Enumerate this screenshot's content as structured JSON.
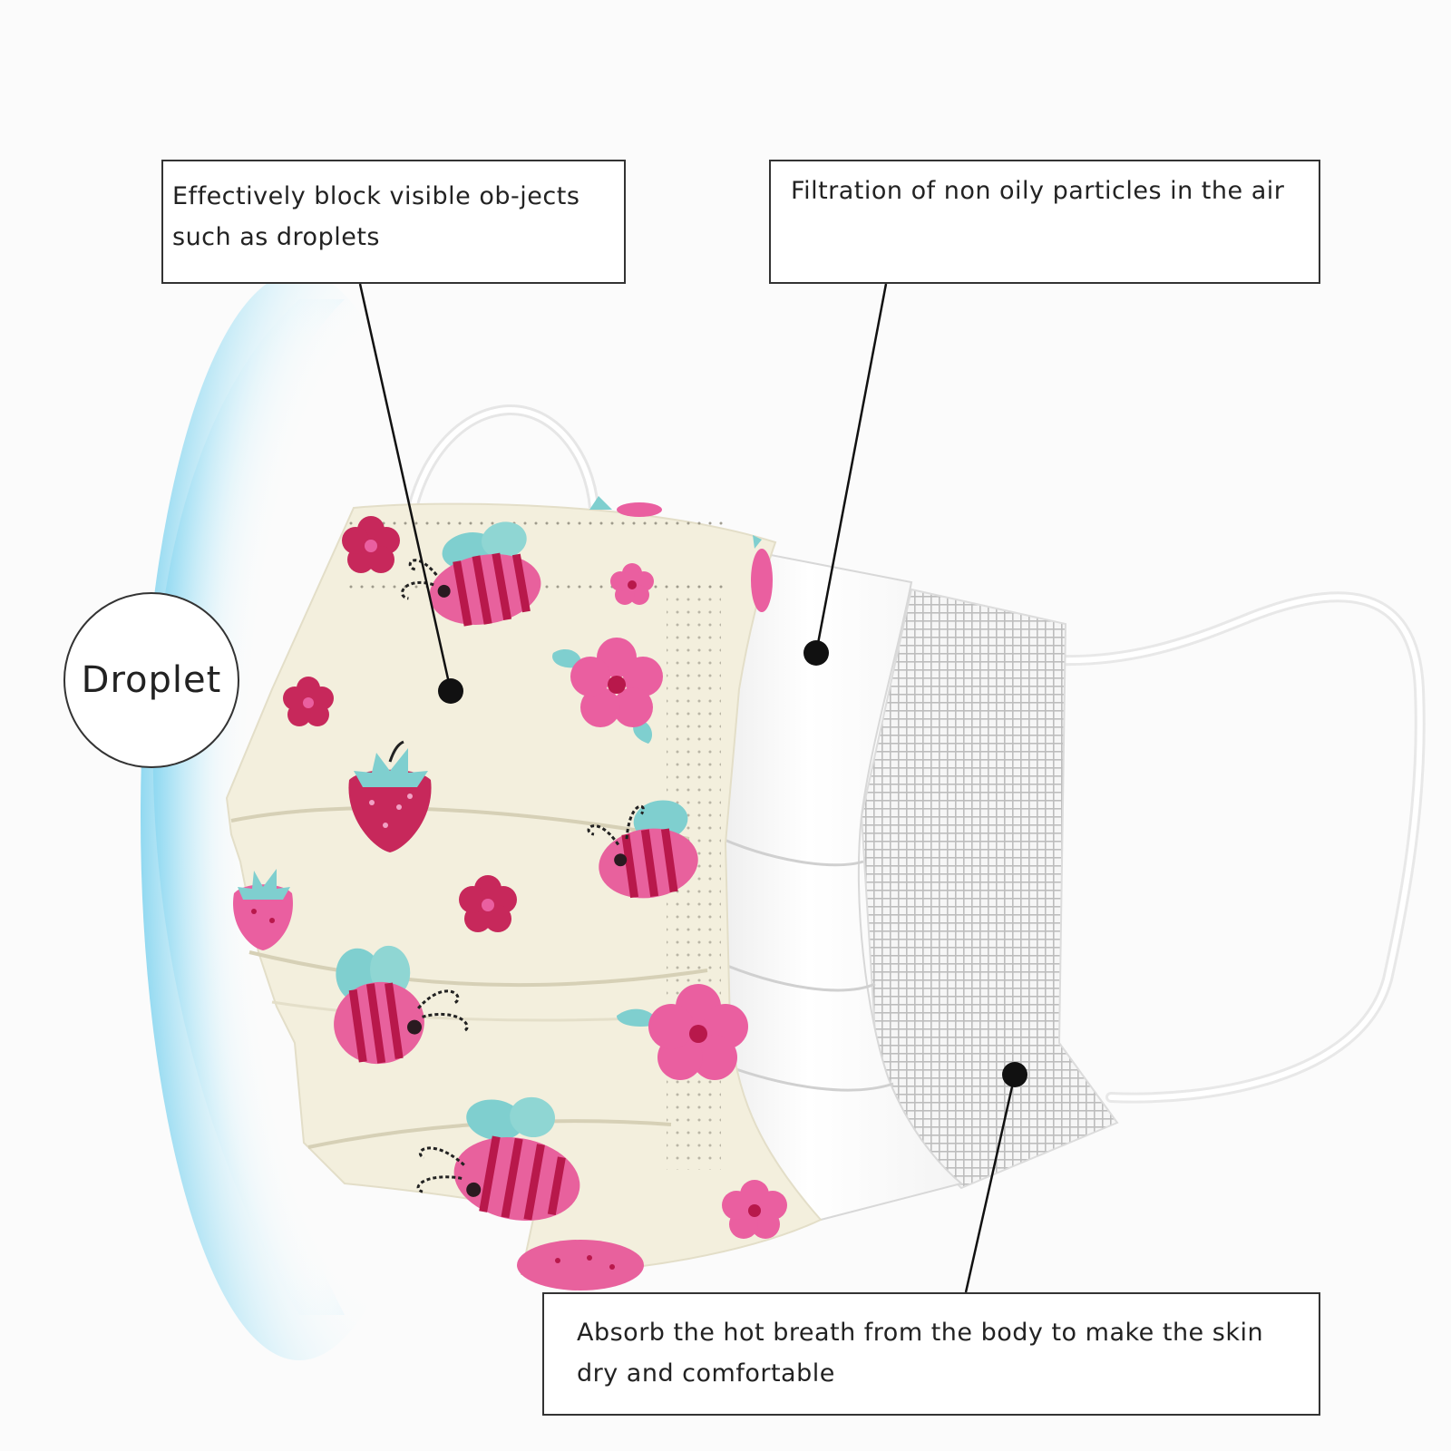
{
  "callouts": {
    "droplets_block": "Effectively block visible ob-jects such as droplets",
    "filtration": "Filtration of non oily particles in the air",
    "absorb": "Absorb the hot breath from the body to make the skin dry and comfortable"
  },
  "droplet_label": "Droplet",
  "colors": {
    "mask_outer": "#f3efdd",
    "pink": "#e8619d",
    "crimson": "#b8184b",
    "teal": "#7fcfcf",
    "splash_blue": "#7fd3ef",
    "ear_loop": "#ffffff",
    "mesh": "#c9c9c9"
  },
  "icons": [
    "bee-icon",
    "flower-icon",
    "strawberry-icon"
  ]
}
